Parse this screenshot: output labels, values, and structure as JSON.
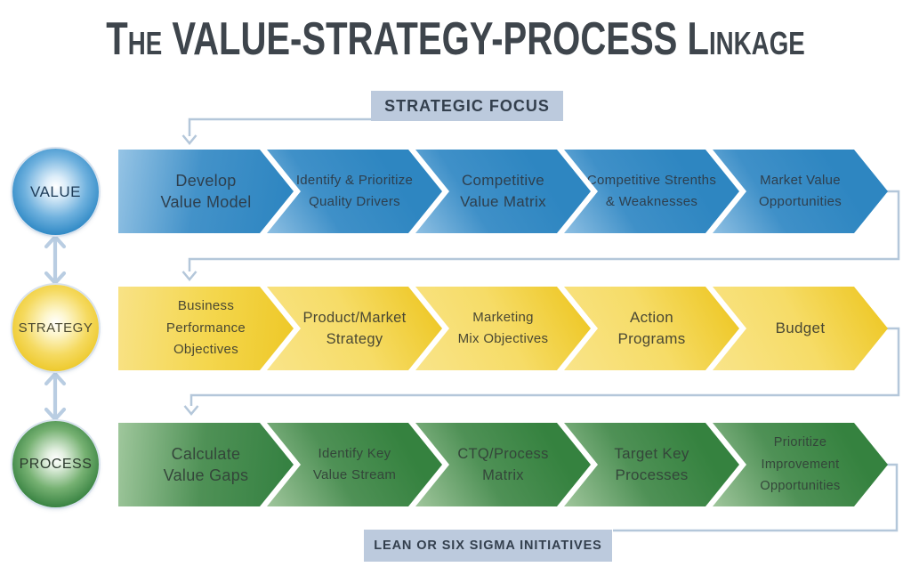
{
  "title": "The VALUE-STRATEGY-PROCESS Linkage",
  "top_label": "STRATEGIC FOCUS",
  "bottom_label": "LEAN OR SIX SIGMA INITIATIVES",
  "colors": {
    "blue": "#2e86c3",
    "yellow": "#eec827",
    "green": "#2f7d39",
    "connector": "#b4c7da",
    "label_box": "#bccadd",
    "title_text": "#3e454c"
  },
  "rows": [
    {
      "label": "VALUE",
      "steps": [
        {
          "text": "Develop\nValue Model"
        },
        {
          "text": "Identify & Prioritize\nQuality Drivers"
        },
        {
          "text": "Competitive\nValue Matrix"
        },
        {
          "text": "Competitive Strenths\n& Weaknesses"
        },
        {
          "text": "Market Value\nOpportunities"
        }
      ]
    },
    {
      "label": "STRATEGY",
      "steps": [
        {
          "text": "Business\nPerformance\nObjectives"
        },
        {
          "text": "Product/Market\nStrategy"
        },
        {
          "text": "Marketing\nMix Objectives"
        },
        {
          "text": "Action\nPrograms"
        },
        {
          "text": "Budget"
        }
      ]
    },
    {
      "label": "PROCESS",
      "steps": [
        {
          "text": "Calculate\nValue Gaps"
        },
        {
          "text": "Identify Key\nValue Stream"
        },
        {
          "text": "CTQ/Process\nMatrix"
        },
        {
          "text": "Target Key\nProcesses"
        },
        {
          "text": "Prioritize\nImprovement\nOpportunities"
        }
      ]
    }
  ]
}
